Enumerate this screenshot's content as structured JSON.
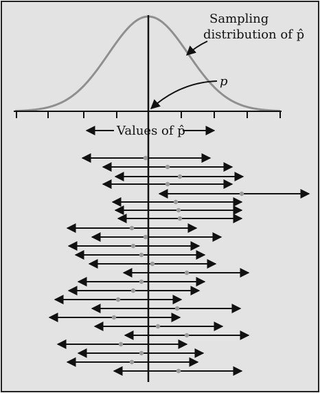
{
  "labels": {
    "curve_line1": "Sampling",
    "curve_line2": "distribution of p̂",
    "p_label": "p",
    "axis_label": "Values of p̂"
  },
  "colors": {
    "background": "#e3e3e3",
    "frame": "#222222",
    "curve": "#8f8f8f",
    "ink": "#111111",
    "point": "#9a9a9a"
  },
  "chart_data": {
    "type": "diagram",
    "sampling_curve": "normal",
    "intervals_count": 25
  }
}
